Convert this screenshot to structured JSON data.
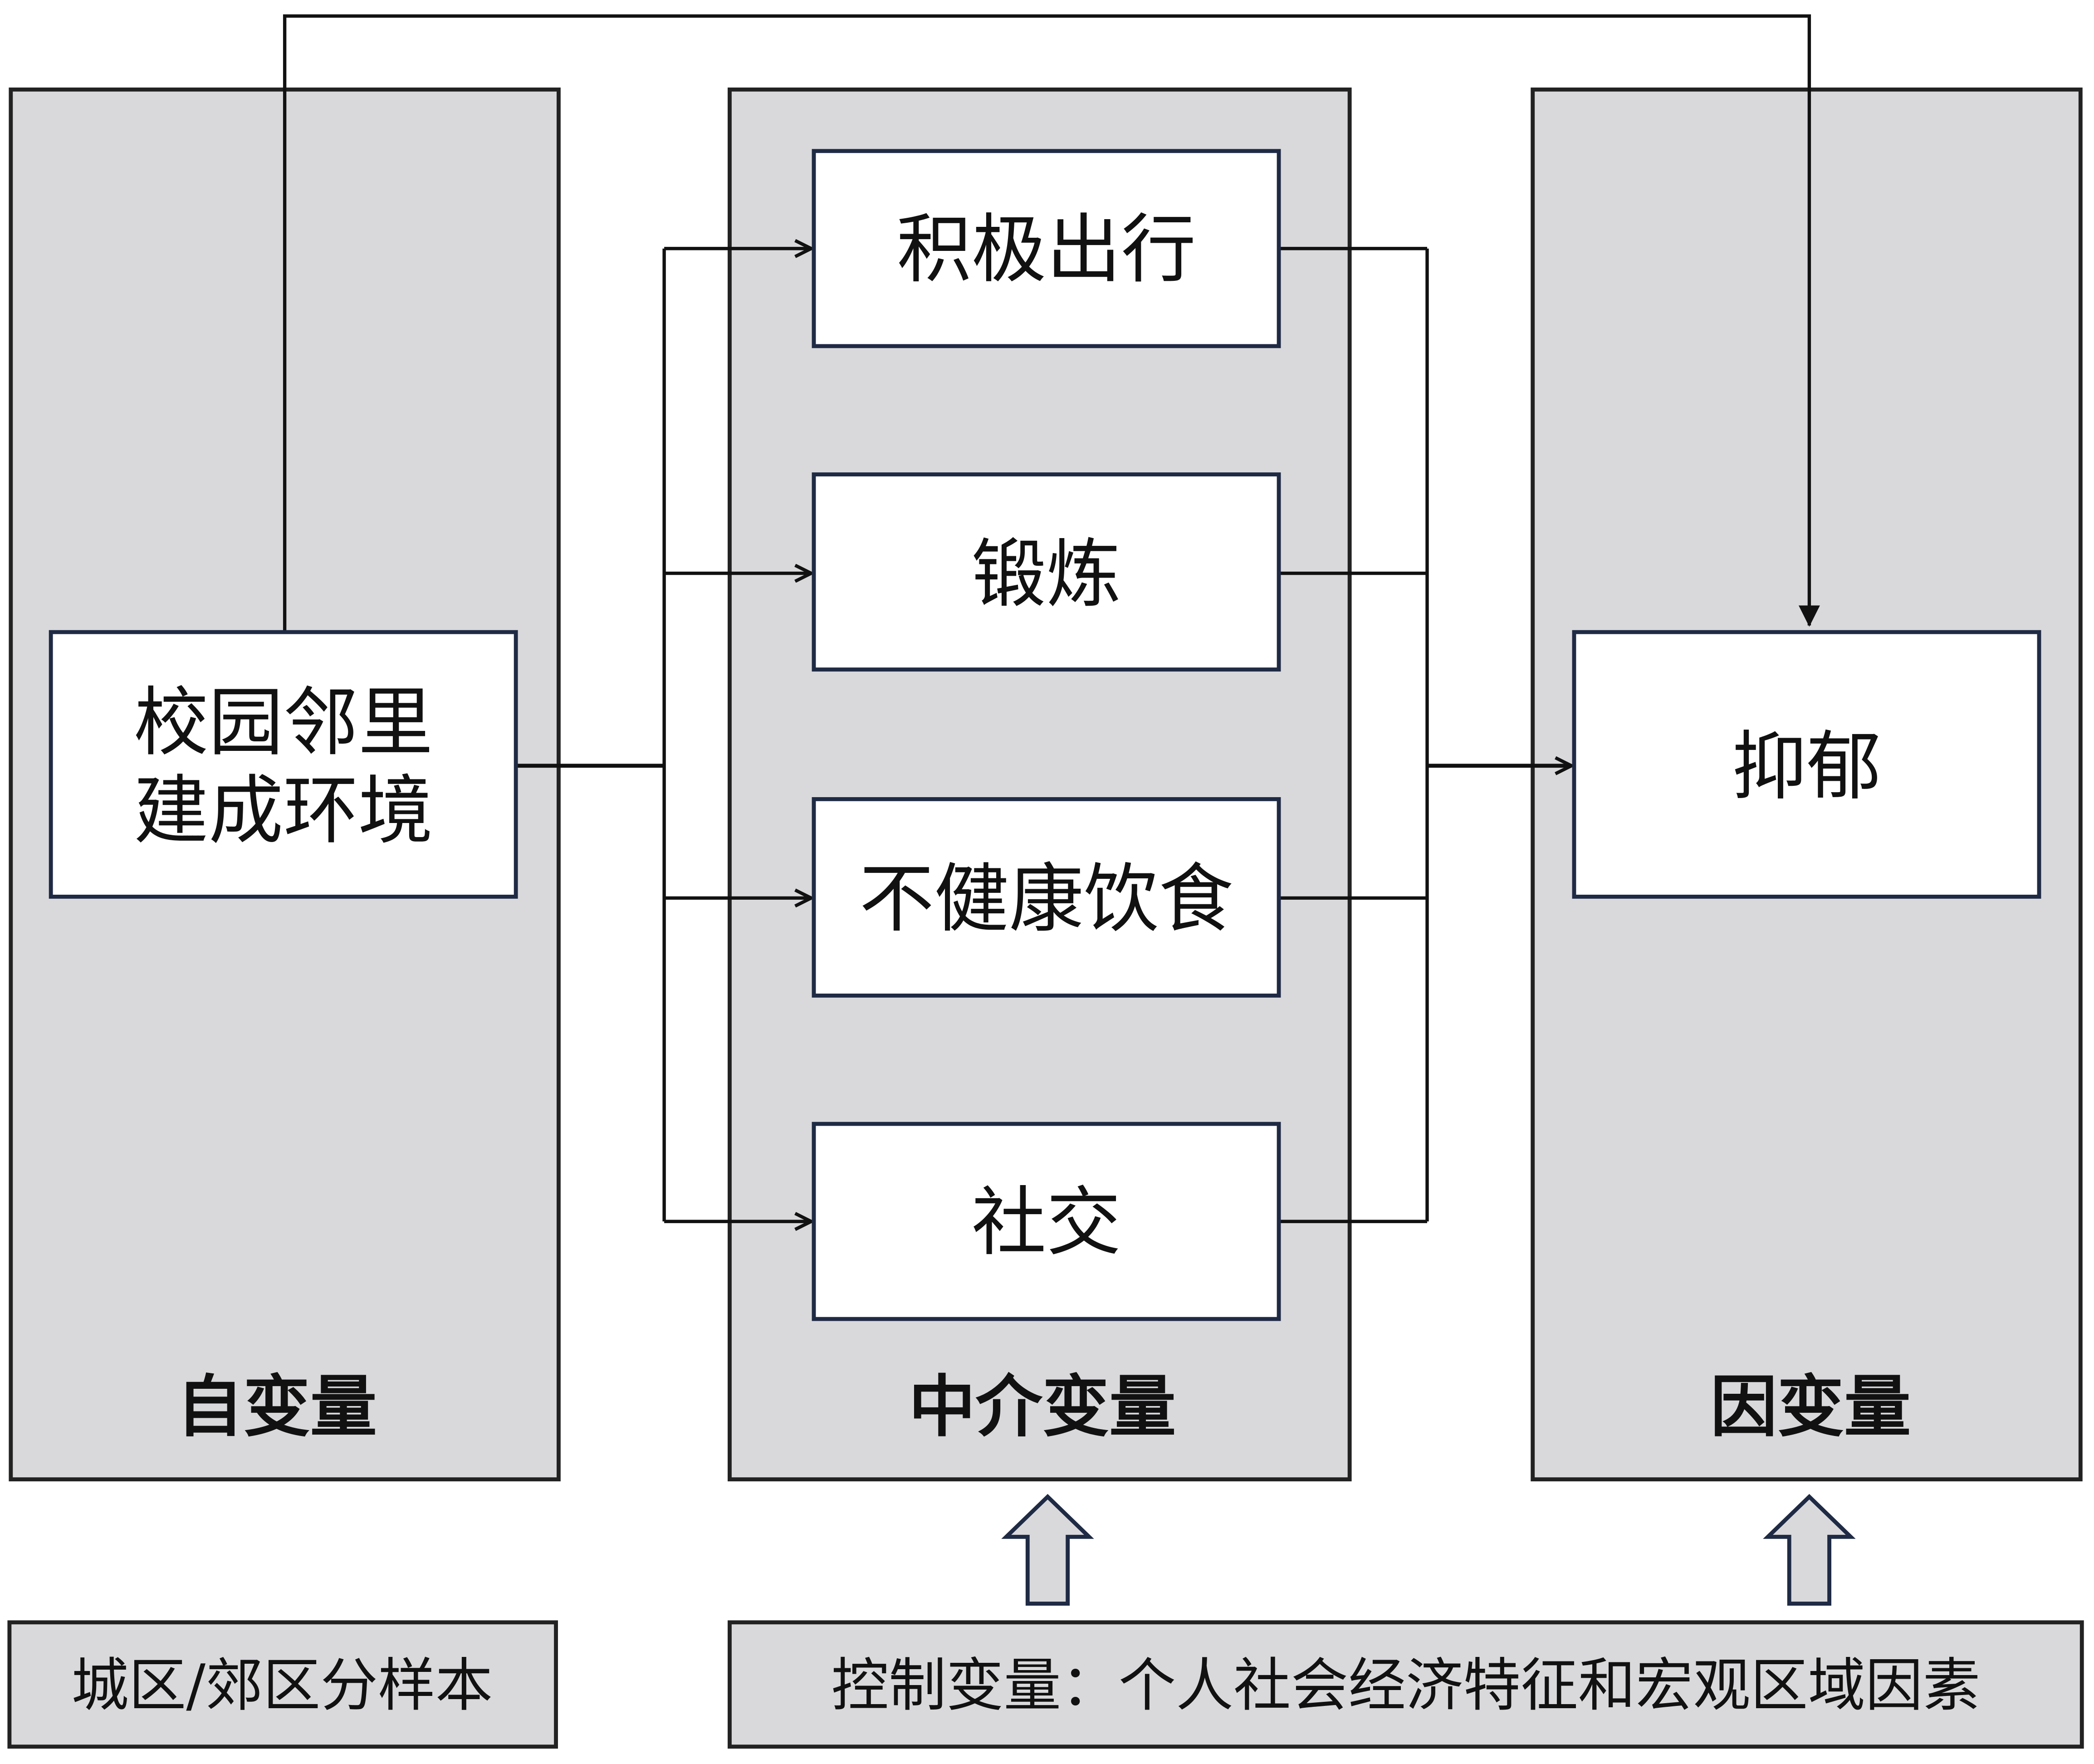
{
  "independent": {
    "box_lines": [
      "校园邻里",
      "建成环境"
    ],
    "panel_label": "自变量"
  },
  "mediators": {
    "items": [
      "积极出行",
      "锻炼",
      "不健康饮食",
      "社交"
    ],
    "panel_label": "中介变量"
  },
  "dependent": {
    "box_label": "抑郁",
    "panel_label": "因变量"
  },
  "bottom": {
    "subsample": "城区/郊区分样本",
    "controls": "控制变量：个人社会经济特征和宏观区域因素"
  },
  "colors": {
    "panel": "#d9d9dc",
    "box_border": "#1f2a44"
  }
}
